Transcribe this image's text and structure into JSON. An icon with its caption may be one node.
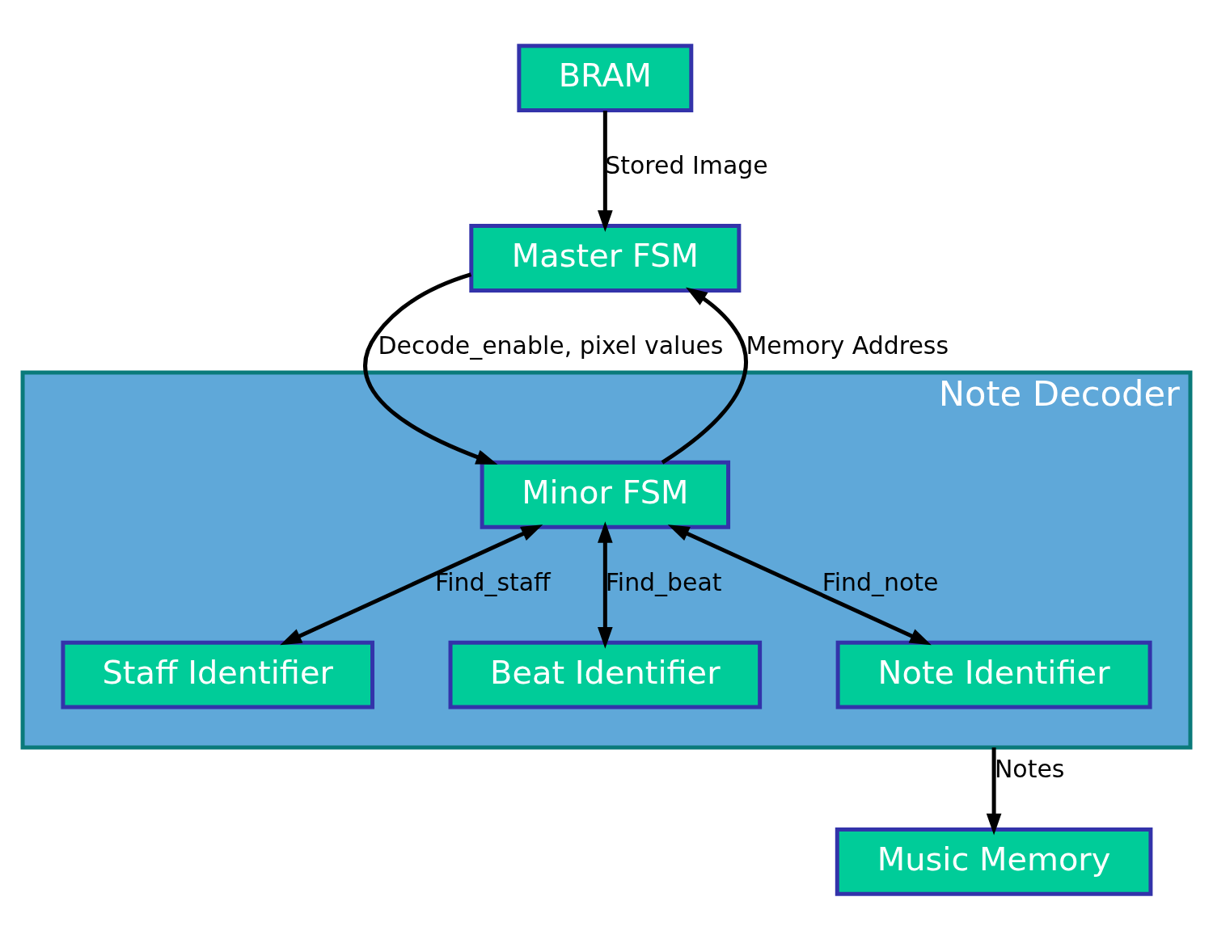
{
  "diagram": {
    "nodes": [
      {
        "text": [
          "Master FSM"
        ]
      },
      {
        "text": [
          "BRAM"
        ]
      },
      {
        "text": [
          "Note Decoder"
        ]
      },
      {
        "text": [
          "Minor FSM"
        ],
        "in": 2
      },
      {
        "text": [
          "Staff Identifier"
        ],
        "in": 2
      },
      {
        "text": [
          "Beat Identifier"
        ],
        "in": 2
      },
      {
        "text": [
          "Note Identifier"
        ],
        "in": 2
      },
      {
        "text": [
          "Music Memory"
        ]
      }
    ],
    "edges": [
      {
        "from": 1,
        "to": 0,
        "arrow": "to",
        "label": "Stored Image"
      },
      {
        "from": 0,
        "to": 3,
        "arrow": "to",
        "label": "Decode_enable, pixel values"
      },
      {
        "from": 3,
        "to": 0,
        "arrow": "to",
        "label": "Memory Address"
      },
      {
        "from": 3,
        "to": 4,
        "arrow": "both",
        "label": "Find_staff"
      },
      {
        "from": 3,
        "to": 5,
        "arrow": "both",
        "label": "Find_beat"
      },
      {
        "from": 3,
        "to": 6,
        "arrow": "both",
        "label": "Find_note"
      },
      {
        "from": 2,
        "to": 7,
        "arrow": "to",
        "label": "Notes"
      }
    ]
  }
}
